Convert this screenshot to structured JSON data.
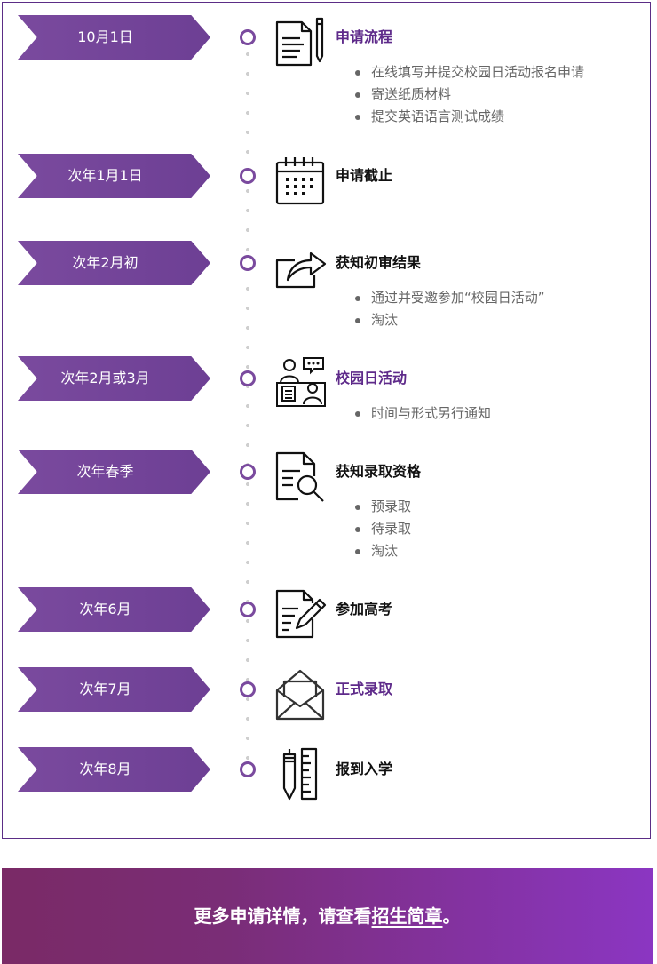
{
  "timeline": [
    {
      "date": "10月1日",
      "title": "申请流程",
      "title_color": "#5e2a8a",
      "icon": "document-pen-icon",
      "items": [
        "在线填写并提交校园日活动报名申请",
        "寄送纸质材料",
        "提交英语语言测试成绩"
      ]
    },
    {
      "date": "次年1月1日",
      "title": "申请截止",
      "title_color": "#111111",
      "icon": "calendar-icon",
      "items": []
    },
    {
      "date": "次年2月初",
      "title": "获知初审结果",
      "title_color": "#111111",
      "icon": "share-arrow-icon",
      "items": [
        "通过并受邀参加“校园日活动”",
        "淘汰"
      ]
    },
    {
      "date": "次年2月或3月",
      "title": "校园日活动",
      "title_color": "#5e2a8a",
      "icon": "interview-icon",
      "items": [
        "时间与形式另行通知"
      ]
    },
    {
      "date": "次年春季",
      "title": "获知录取资格",
      "title_color": "#111111",
      "icon": "document-search-icon",
      "items": [
        "预录取",
        "待录取",
        "淘汰"
      ]
    },
    {
      "date": "次年6月",
      "title": "参加高考",
      "title_color": "#111111",
      "icon": "document-edit-icon",
      "items": []
    },
    {
      "date": "次年7月",
      "title": "正式录取",
      "title_color": "#5e2a8a",
      "icon": "envelope-icon",
      "items": []
    },
    {
      "date": "次年8月",
      "title": "报到入学",
      "title_color": "#111111",
      "icon": "pencil-ruler-icon",
      "items": []
    }
  ],
  "banner": {
    "text_before": "更多申请详情，请查看",
    "link_text": "招生简章",
    "text_after": "。"
  },
  "colors": {
    "accent": "#7a4a9e",
    "border": "#5b2d86"
  }
}
